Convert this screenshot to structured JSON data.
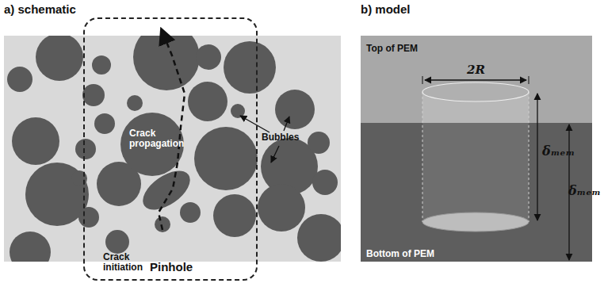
{
  "diagram": {
    "nodes": [
      {
        "text": [
          "Pinhole"
        ]
      }
    ],
    "labels": [
      "a) schematic",
      "b) model",
      "Crack propagation",
      "Crack initiation",
      "Bubbles",
      "Top of PEM",
      "Bottom of PEM",
      "2R",
      "δₘₑₘ",
      "δₘₑₘ"
    ]
  }
}
